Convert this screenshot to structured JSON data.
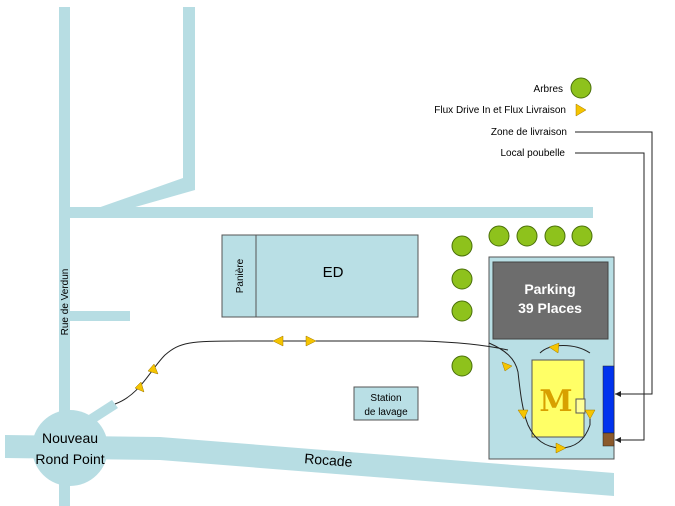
{
  "map": {
    "roads": {
      "rue_de_verdun": "Rue de Verdun",
      "rocade": "Rocade",
      "roundabout_line1": "Nouveau",
      "roundabout_line2": "Rond Point"
    },
    "buildings": {
      "ed": "ED",
      "paniere": "Panière",
      "station_line1": "Station",
      "station_line2": "de lavage",
      "parking_line1": "Parking",
      "parking_line2": "39 Places",
      "logo": "M"
    },
    "legend": {
      "arbres": "Arbres",
      "flux": "Flux Drive In et Flux Livraison",
      "zone_livraison": "Zone de livraison",
      "local_poubelle": "Local poubelle"
    },
    "colors": {
      "road": "#b7dde3",
      "building_fill": "#b9dfe5",
      "tree": "#8ec21c",
      "arrow": "#f5c400",
      "parking": "#6d6d6d",
      "mcdo": "#ffff66",
      "logo": "#d8a000",
      "delivery_zone": "#0033ee",
      "trash": "#8b5a2b"
    }
  }
}
